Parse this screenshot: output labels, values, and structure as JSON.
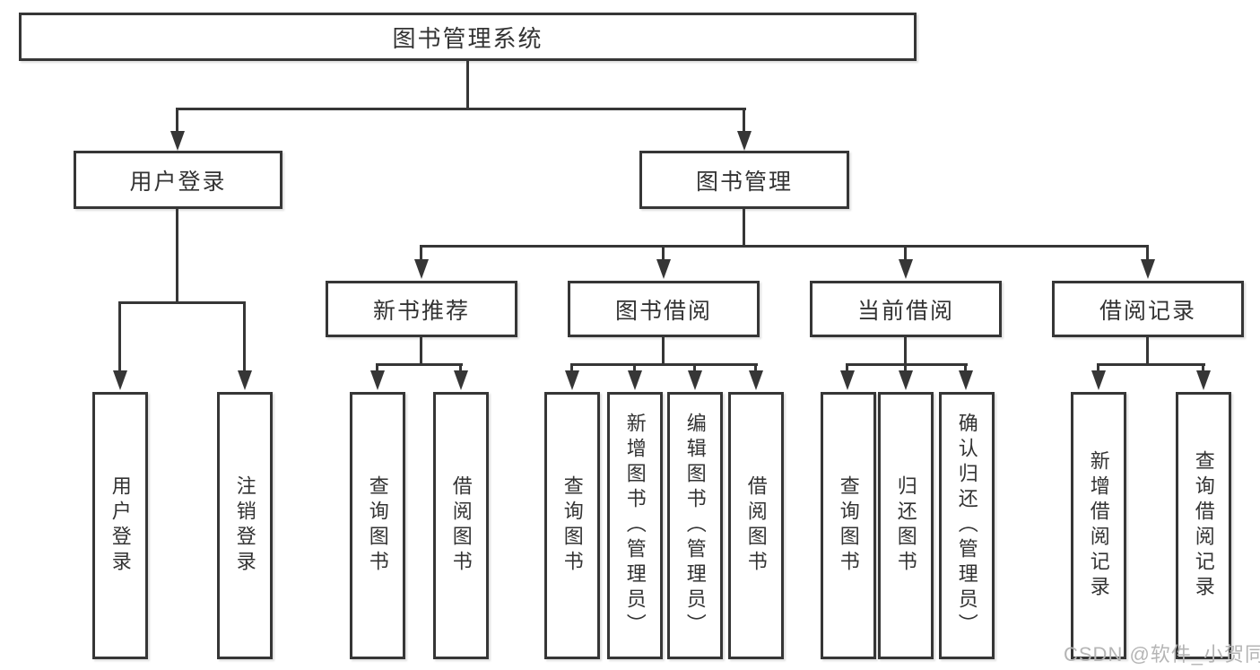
{
  "tree": {
    "label": "图书管理系统",
    "children": [
      {
        "label": "用户登录",
        "children": [
          {
            "label": "用户登录"
          },
          {
            "label": "注销登录"
          }
        ]
      },
      {
        "label": "图书管理",
        "children": [
          {
            "label": "新书推荐",
            "children": [
              {
                "label": "查询图书"
              },
              {
                "label": "借阅图书"
              }
            ]
          },
          {
            "label": "图书借阅",
            "children": [
              {
                "label": "查询图书"
              },
              {
                "label": "新增图书（管理员）"
              },
              {
                "label": "编辑图书（管理员）"
              },
              {
                "label": "借阅图书"
              }
            ]
          },
          {
            "label": "当前借阅",
            "children": [
              {
                "label": "查询图书"
              },
              {
                "label": "归还图书"
              },
              {
                "label": "确认归还（管理员）"
              }
            ]
          },
          {
            "label": "借阅记录",
            "children": [
              {
                "label": "新增借阅记录"
              },
              {
                "label": "查询借阅记录"
              }
            ]
          }
        ]
      }
    ]
  },
  "watermark": {
    "text": "CSDN @软件_小贺同学"
  },
  "colors": {
    "line": "#363636",
    "text": "#333333",
    "box_background": "#ffffff",
    "page_background": "#ffffff",
    "watermark": "#b5b5b5"
  }
}
